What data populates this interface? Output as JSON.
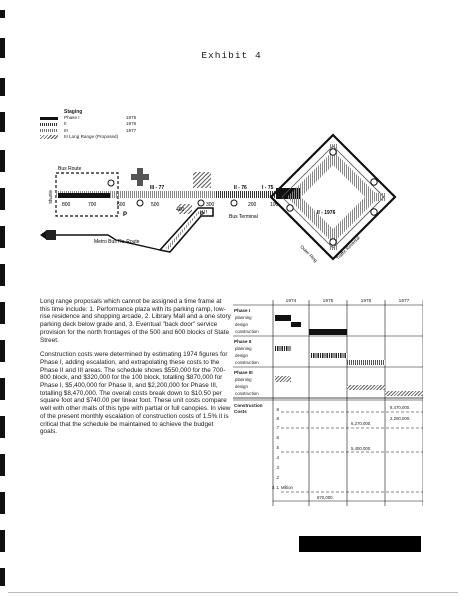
{
  "page": {
    "title": "Exhibit 4"
  },
  "legend": {
    "heading": "Staging",
    "items": [
      {
        "label": "Phase  I",
        "year": "1975",
        "pattern": "solid-black"
      },
      {
        "label": "II",
        "year": "1976",
        "pattern": "dense-stripe"
      },
      {
        "label": "III",
        "year": "1977",
        "pattern": "light-stripe"
      },
      {
        "label": "III Long Range (Proposed)",
        "year": "",
        "pattern": "hatched"
      }
    ]
  },
  "site_plan": {
    "labels": {
      "bus_route": "Bus Route",
      "shuttle": "Shuttle",
      "block_800": "800",
      "block_700": "700",
      "block_600": "600",
      "block_500": "500",
      "block_400": "400",
      "block_300": "300",
      "block_200": "200",
      "block_100": "100",
      "phase_ii_77": "III - 77",
      "phase_ii_76": "II - 76",
      "phase_i_75": "I - 75",
      "ring_phase": "II - 1976",
      "bus_terminal": "Bus Terminal",
      "metro_reroute": "Metro Bus Re-Route",
      "outer_ring": "Outer Ring",
      "traffic_reversal": "Traffic Reversal",
      "parking_a": "P",
      "parking_b": "P"
    }
  },
  "body": {
    "paragraph_1": "Long range proposals which cannot be assigned a time frame at this time include: 1. Performance plaza with its parking ramp, low-rise residence and shopping arcade, 2. Library Mall and a one story parking deck below grade and, 3. Eventual \"back door\" service provision for the north frontages of the 500 and 600 blocks of State Street.",
    "paragraph_2": "Construction costs were determined by estimating 1974 figures for Phase I, adding escalation, and extrapolating these costs to the Phase II and III areas. The schedule shows $550,000 for the 700-800 block, and $320,000 for the 100 block, totalling $870,000 for Phase I, $5,400,000 for Phase II, and $2,200,000 for Phase III, totalling $8,470,000. The overall costs break down to $10.50 per square foot and $740.00 per linear foot. These unit costs compare well with other malls of this type with partial or full canopies. In view of the present monthly escalation of construction costs of 1.5% it is critical that the schedule be maintained to achieve the budget goals."
  },
  "schedule": {
    "years": [
      "1974",
      "1975",
      "1976",
      "1977"
    ],
    "phases": [
      {
        "title": "Phase I",
        "items": [
          "planning",
          "design",
          "construction"
        ]
      },
      {
        "title": "Phase II",
        "items": [
          "planning",
          "design",
          "construction"
        ]
      },
      {
        "title": "Phase III",
        "items": [
          "planning",
          "design",
          "construction"
        ]
      }
    ],
    "costs": {
      "label_line1": "Construction",
      "label_line2": "Costs",
      "ticks": [
        ".9",
        ".8",
        ".7",
        ".6",
        ".5",
        ".4",
        ".3",
        ".2",
        "$ .1"
      ],
      "unit": "Million",
      "values": {
        "total": "8,470,000.",
        "phase_iii": "2,200,000.",
        "phase_ii_cum": "6,270,000.",
        "phase_ii": "5,400,000.",
        "phase_i": "870,000."
      }
    }
  }
}
